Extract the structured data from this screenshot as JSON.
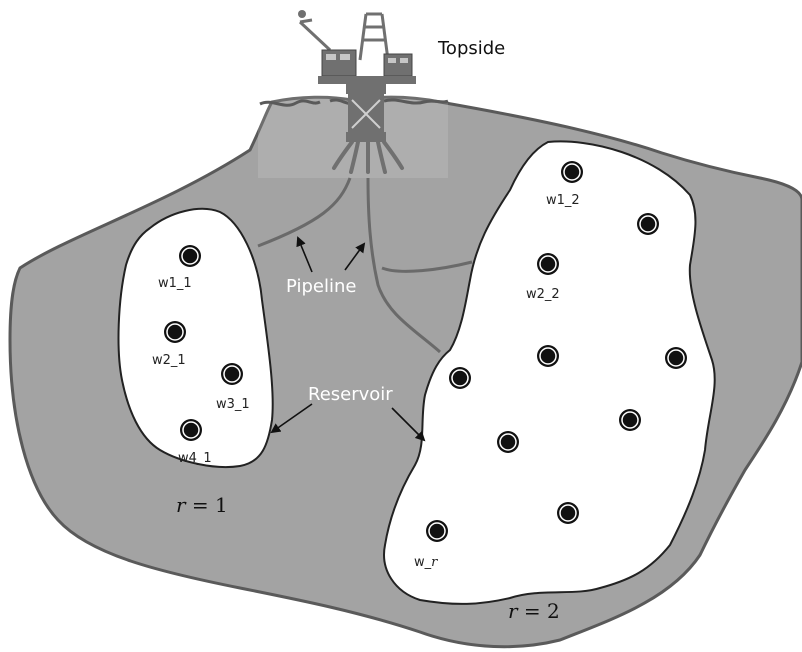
{
  "labels": {
    "topside": "Topside",
    "pipeline": "Pipeline",
    "reservoir": "Reservoir",
    "r1_var": "r",
    "r1_rest": " = 1",
    "r2_var": "r",
    "r2_rest": " = 2"
  },
  "wells": {
    "w1_1": "w1_1",
    "w2_1": "w2_1",
    "w3_1": "w3_1",
    "w4_1": "w4_1",
    "w1_2": "w1_2",
    "w2_2": "w2_2",
    "w_r_prefix": "w_",
    "w_r_var": "r"
  },
  "colors": {
    "ground": "#a3a3a3",
    "outline": "#5a5a5a",
    "reservoir_fill": "#ffffff",
    "pipe": "#6a6a6a",
    "well": "#111111",
    "platform": "#707070"
  }
}
